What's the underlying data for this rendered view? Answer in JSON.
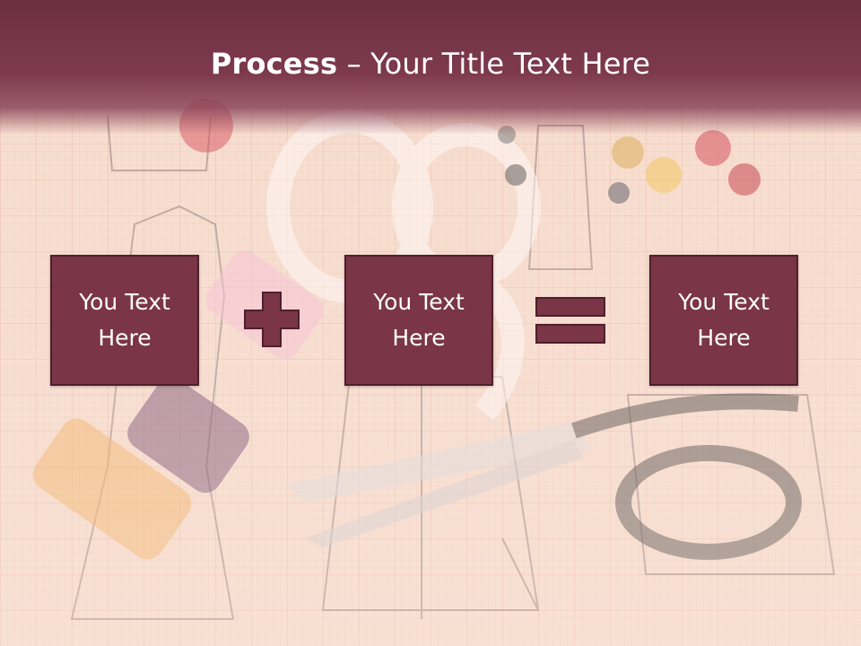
{
  "slide": {
    "title_bold": "Process",
    "title_rest": " – Your Title Text Here",
    "boxes": [
      {
        "text": "You Text Here"
      },
      {
        "text": "You Text Here"
      },
      {
        "text": "You Text Here"
      }
    ],
    "operators": [
      "plus-icon",
      "equals-icon"
    ],
    "background_image": "sewing pattern paper with measuring tape, thread spools, buttons and scissors",
    "colors": {
      "title_band": "#7d3a4d",
      "box_fill": "#7a3546",
      "box_border": "#4f1f2c",
      "operator_fill": "#7a3546"
    }
  }
}
